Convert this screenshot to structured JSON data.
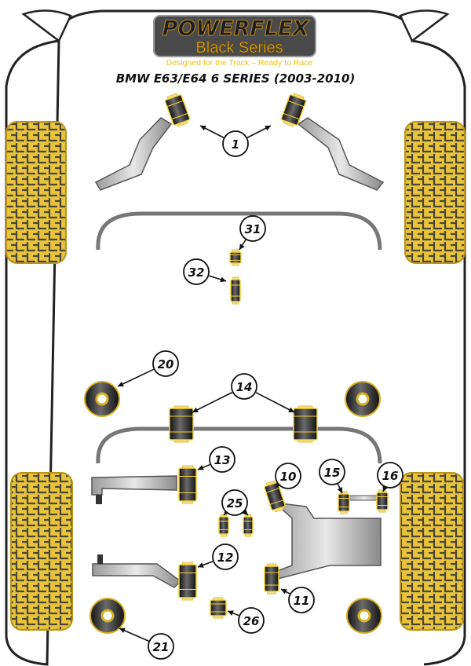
{
  "header": {
    "brand": "POWERFLEX",
    "series": "Black Series",
    "tagline": "Designed for the Track – Ready to Race",
    "title": "BMW E63/E64 6 SERIES (2003-2010)"
  },
  "callouts": [
    "1",
    "31",
    "32",
    "20",
    "14",
    "13",
    "10",
    "15",
    "16",
    "25",
    "12",
    "11",
    "26",
    "21"
  ],
  "colors": {
    "bush_yellow": "#f5d23a",
    "bush_black": "#1a1a1a",
    "tyre": "#e8c43a",
    "outline": "#222222"
  }
}
